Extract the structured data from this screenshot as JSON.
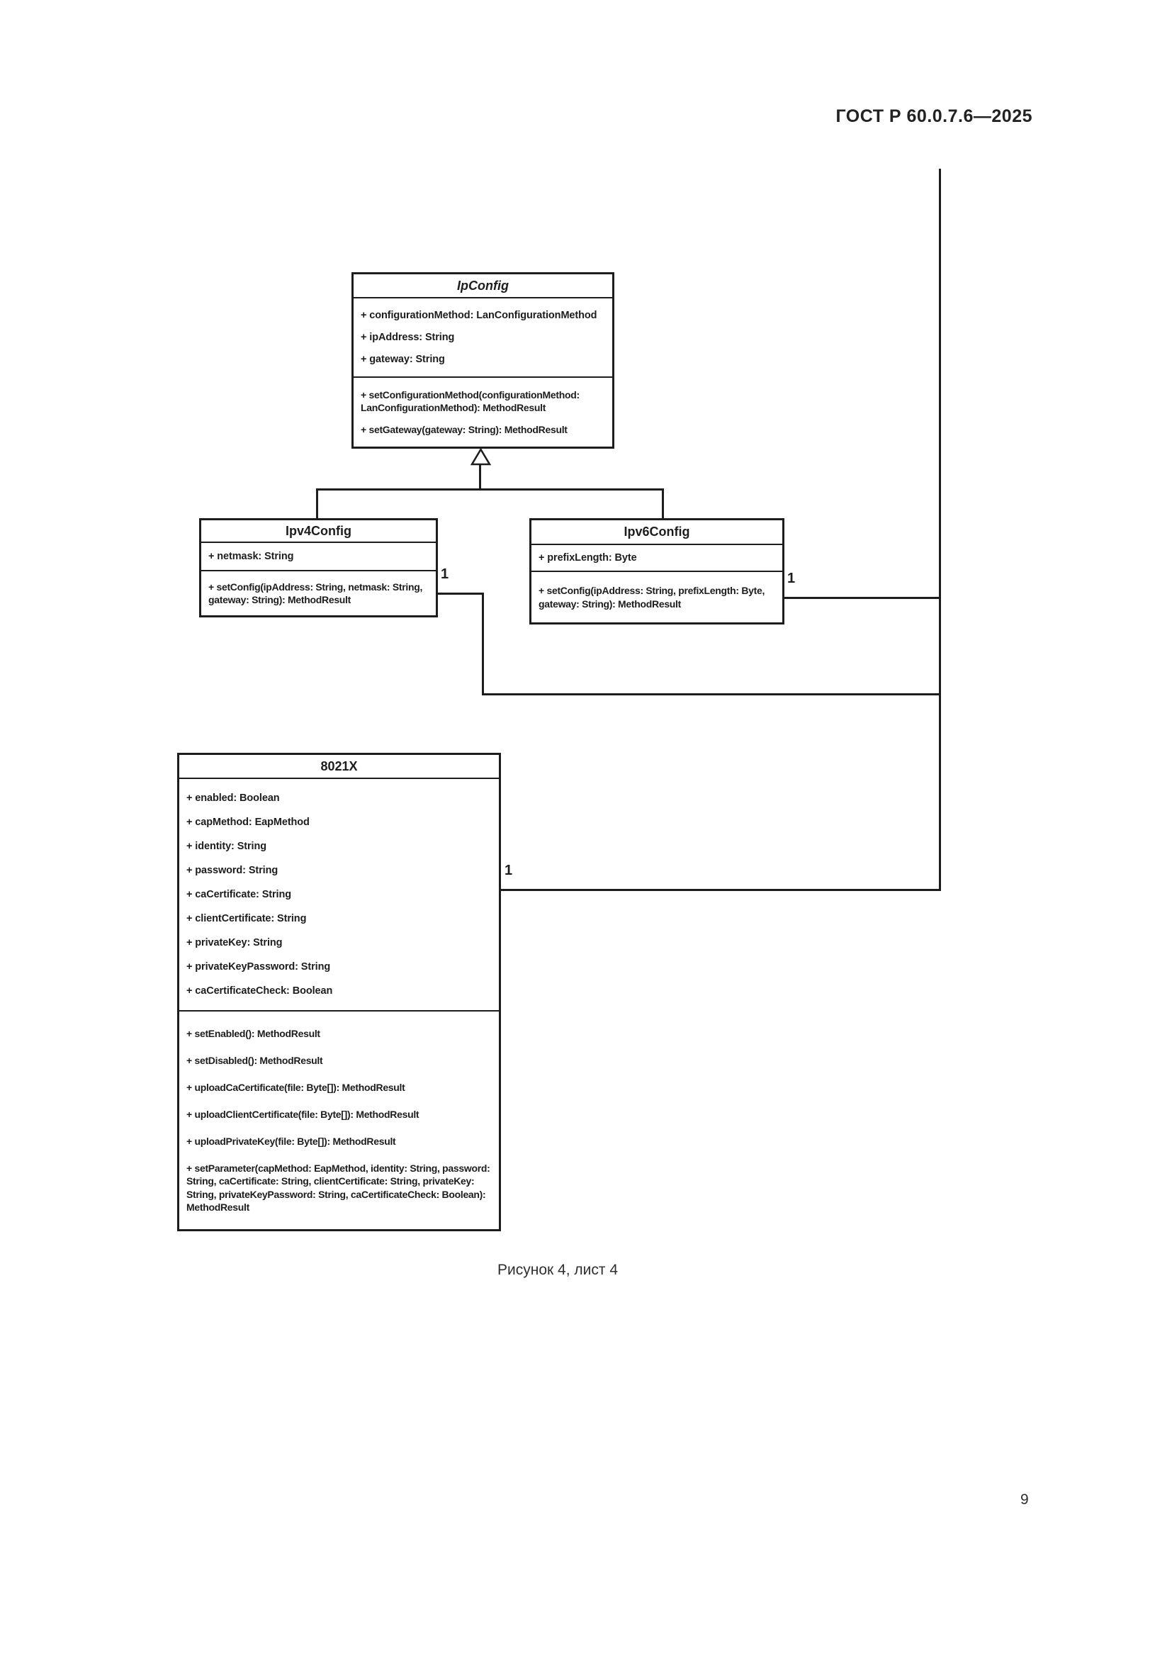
{
  "header": {
    "document_code": "ГОСТ Р 60.0.7.6—2025"
  },
  "colors": {
    "ink": "#1d1d1d",
    "paper": "#ffffff"
  },
  "diagram": {
    "classes": [
      {
        "name": "IpConfig",
        "abstract": true,
        "attributes": [
          "+ configurationMethod: LanConfigurationMethod",
          "+ ipAddress: String",
          "+ gateway: String"
        ],
        "methods": [
          "+ setConfigurationMethod(configurationMethod: LanConfigurationMethod): MethodResult",
          "+ setGateway(gateway: String): MethodResult"
        ]
      },
      {
        "name": "Ipv4Config",
        "abstract": false,
        "attributes": [
          "+ netmask: String"
        ],
        "methods": [
          "+ setConfig(ipAddress: String, netmask: String, gateway: String): MethodResult"
        ]
      },
      {
        "name": "Ipv6Config",
        "abstract": false,
        "attributes": [
          "+ prefixLength: Byte"
        ],
        "methods": [
          "+ setConfig(ipAddress: String, prefixLength: Byte, gateway: String): MethodResult"
        ]
      },
      {
        "name": "8021X",
        "abstract": false,
        "attributes": [
          "+ enabled: Boolean",
          "+ capMethod: EapMethod",
          "+ identity: String",
          "+ password: String",
          "+ caCertificate: String",
          "+ clientCertificate: String",
          "+ privateKey: String",
          "+ privateKeyPassword: String",
          "+ caCertificateCheck: Boolean"
        ],
        "methods": [
          "+ setEnabled(): MethodResult",
          "+ setDisabled(): MethodResult",
          "+ uploadCaCertificate(file: Byte[]): MethodResult",
          "+ uploadClientCertificate(file: Byte[]): MethodResult",
          "+ uploadPrivateKey(file: Byte[]): MethodResult",
          "+ setParameter(capMethod: EapMethod, identity: String, password: String, caCertificate: String, clientCertificate: String, privateKey: String, privateKeyPassword: String, caCertificateCheck: Boolean): MethodResult"
        ]
      }
    ],
    "associations": [
      {
        "label": "1"
      },
      {
        "label": "1"
      },
      {
        "label": "1"
      }
    ]
  },
  "caption": {
    "text": "Рисунок 4, лист 4"
  },
  "footer": {
    "page_number": "9"
  }
}
